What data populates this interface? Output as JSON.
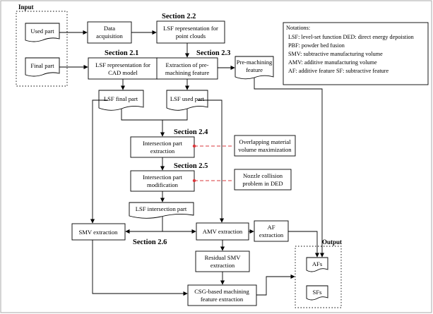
{
  "groups": {
    "input": "Input",
    "output": "Output"
  },
  "inputs": {
    "used_part": "Used part",
    "final_part": "Final part"
  },
  "sections": {
    "s2_1": "Section 2.1",
    "s2_2": "Section 2.2",
    "s2_3": "Section 2.3",
    "s2_4": "Section 2.4",
    "s2_5": "Section 2.5",
    "s2_6": "Section 2.6"
  },
  "process": {
    "data_acq": [
      "Data",
      "acquisition"
    ],
    "lsf_pc": [
      "LSF representation for",
      "point clouds"
    ],
    "lsf_cad": [
      "LSF representation for",
      "CAD model"
    ],
    "extract_pre": [
      "Extraction of pre-",
      "machining feature"
    ],
    "intersect_extract": [
      "Intersection part",
      "extraction"
    ],
    "intersect_mod": [
      "Intersection part",
      "modification"
    ],
    "smv_extract": "SMV extraction",
    "amv_extract": "AMV extraction",
    "af_extract": [
      "AF",
      "extraction"
    ],
    "residual_smv": [
      "Residual SMV",
      "extraction"
    ],
    "csg": [
      "CSG-based machining",
      "feature extraction"
    ]
  },
  "documents": {
    "pre_machining": [
      "Pre-machining",
      "feature"
    ],
    "lsf_final": "LSF final part",
    "lsf_used": "LSF used part",
    "lsf_intersection": "LSF intersection part",
    "afs": "AFs",
    "sfs": "SFs"
  },
  "notes": {
    "overlap": [
      "Overlapping material",
      "volume maximization"
    ],
    "nozzle": [
      "Nozzle collision",
      "problem in DED"
    ]
  },
  "notations": {
    "title": "Notations:",
    "lines": [
      "LSF: level-set function   DED: direct energy depoistion",
      "PBF: powder bed fusion",
      "SMV: subtractive manufacturing volume",
      "AMV: additive manufacturing volume",
      "AF: additive feature     SF: subtractive feature"
    ]
  },
  "colors": {
    "link": "#d9373b",
    "frame": "#aaaaaa"
  }
}
